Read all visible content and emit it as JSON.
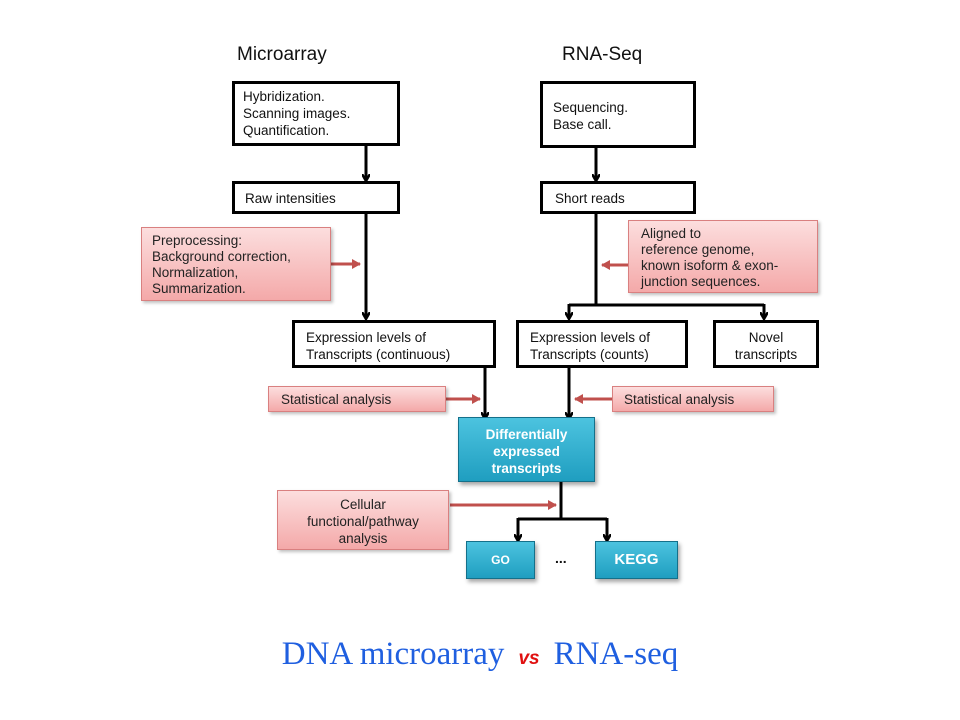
{
  "columns": {
    "microarray": {
      "heading": "Microarray",
      "step1": [
        "Hybridization.",
        "Scanning images.",
        "Quantification."
      ],
      "step2": "Raw intensities",
      "annotation": [
        "Preprocessing:",
        "Background correction,",
        "Normalization,",
        "Summarization."
      ],
      "step3": [
        "Expression levels of",
        "Transcripts (continuous)"
      ],
      "stats": "Statistical analysis"
    },
    "rnaseq": {
      "heading": "RNA-Seq",
      "step1": [
        "Sequencing.",
        "Base call."
      ],
      "step2": "Short reads",
      "annotation": [
        "Aligned to",
        "reference genome,",
        "known isoform & exon-",
        "junction sequences."
      ],
      "step3": [
        "Expression levels of",
        "Transcripts (counts)"
      ],
      "novel": [
        "Novel",
        "transcripts"
      ],
      "stats": "Statistical analysis"
    }
  },
  "shared": {
    "de": [
      "Differentially",
      "expressed",
      "transcripts"
    ],
    "pathway_annotation": [
      "Cellular",
      "functional/pathway",
      "analysis"
    ],
    "go": "GO",
    "ellipsis": "...",
    "kegg": "KEGG"
  },
  "caption": {
    "left": "DNA microarray",
    "vs": "vs",
    "right": "RNA-seq"
  },
  "colors": {
    "annotation_arrow": "#c0504d",
    "teal": "#31b0d0",
    "caption": "#1f5fe0",
    "vs": "#e01010"
  }
}
